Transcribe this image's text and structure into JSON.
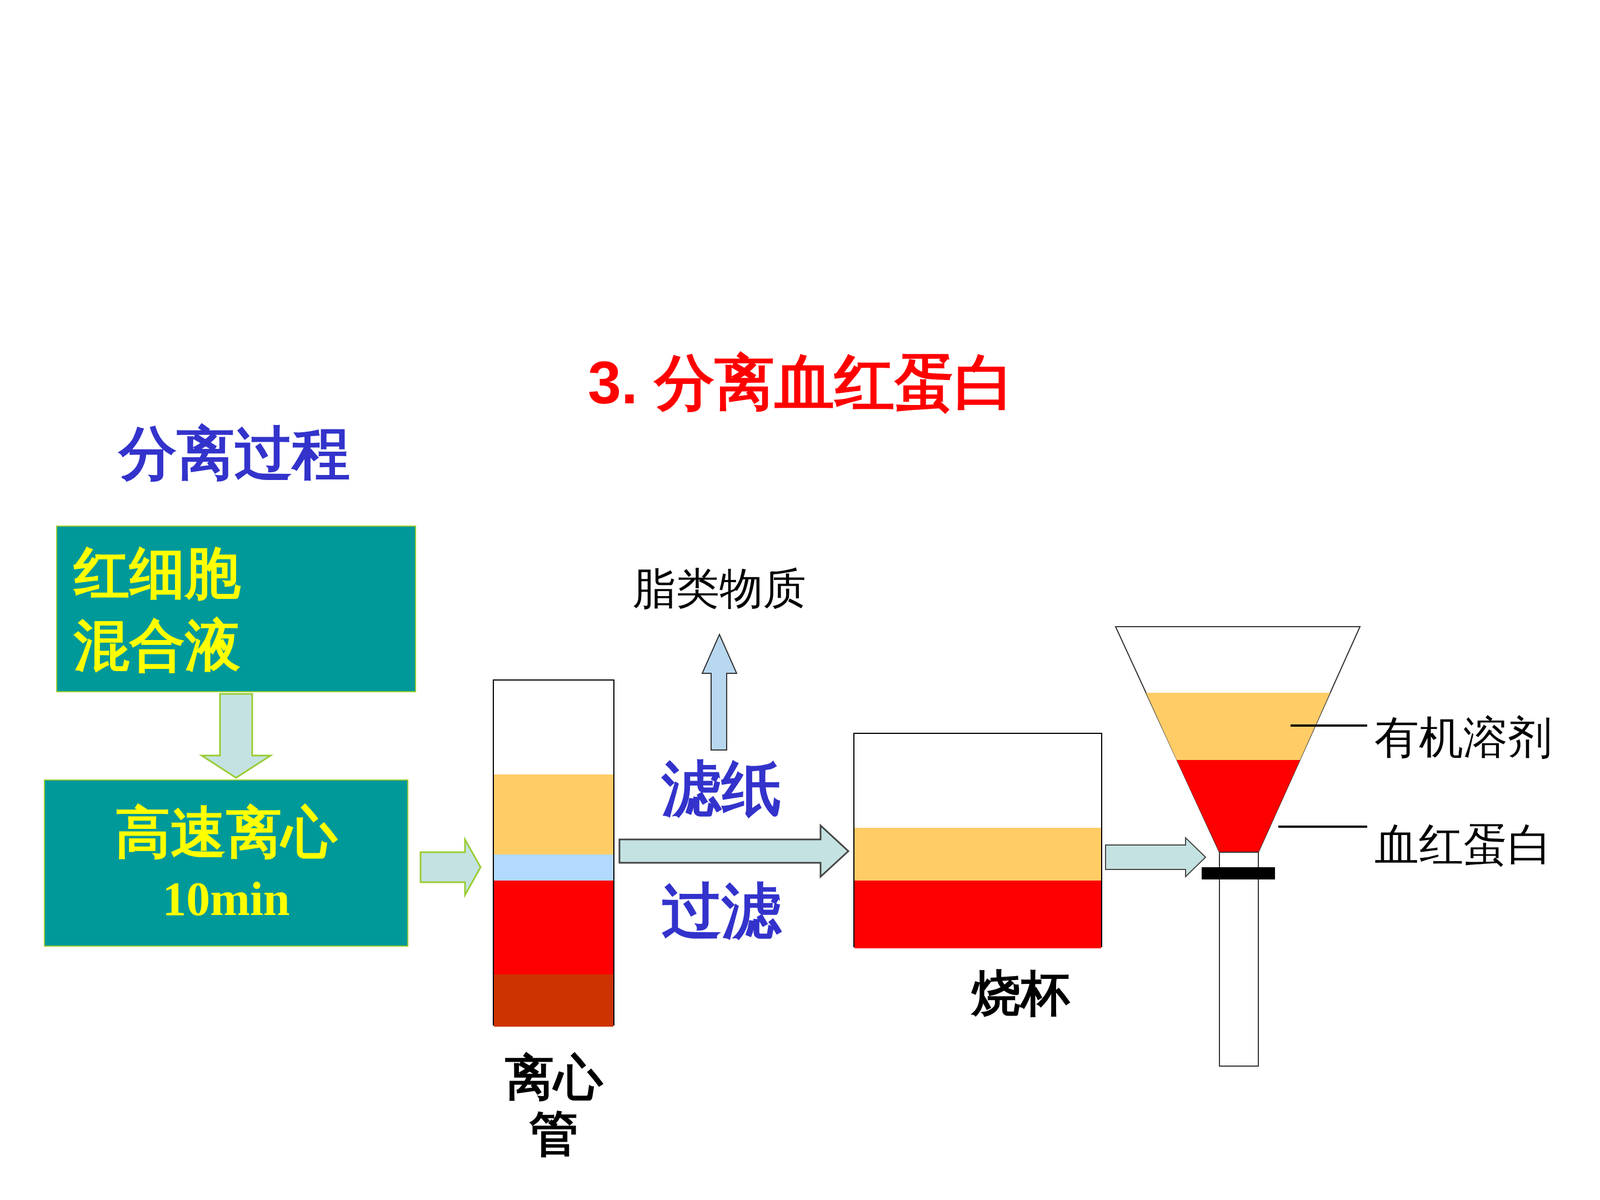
{
  "diagram": {
    "title": "3. 分离血红蛋白",
    "nodes": [
      {
        "text": [
          "红细胞 混合液"
        ]
      },
      {
        "text": [
          "高速离心",
          "10min"
        ]
      },
      {
        "text": [
          "离心管"
        ]
      },
      {
        "text": [
          "烧杯"
        ]
      }
    ],
    "edges": [
      {
        "from": 0,
        "to": 1,
        "arrow": "to"
      },
      {
        "from": 1,
        "to": 2,
        "arrow": "to"
      },
      {
        "from": 2,
        "to": 3,
        "label": "滤纸",
        "arrow": "to"
      }
    ],
    "labels": [
      "分离过程",
      "脂类物质",
      "过滤",
      "有机溶剂",
      "血红蛋白"
    ]
  }
}
